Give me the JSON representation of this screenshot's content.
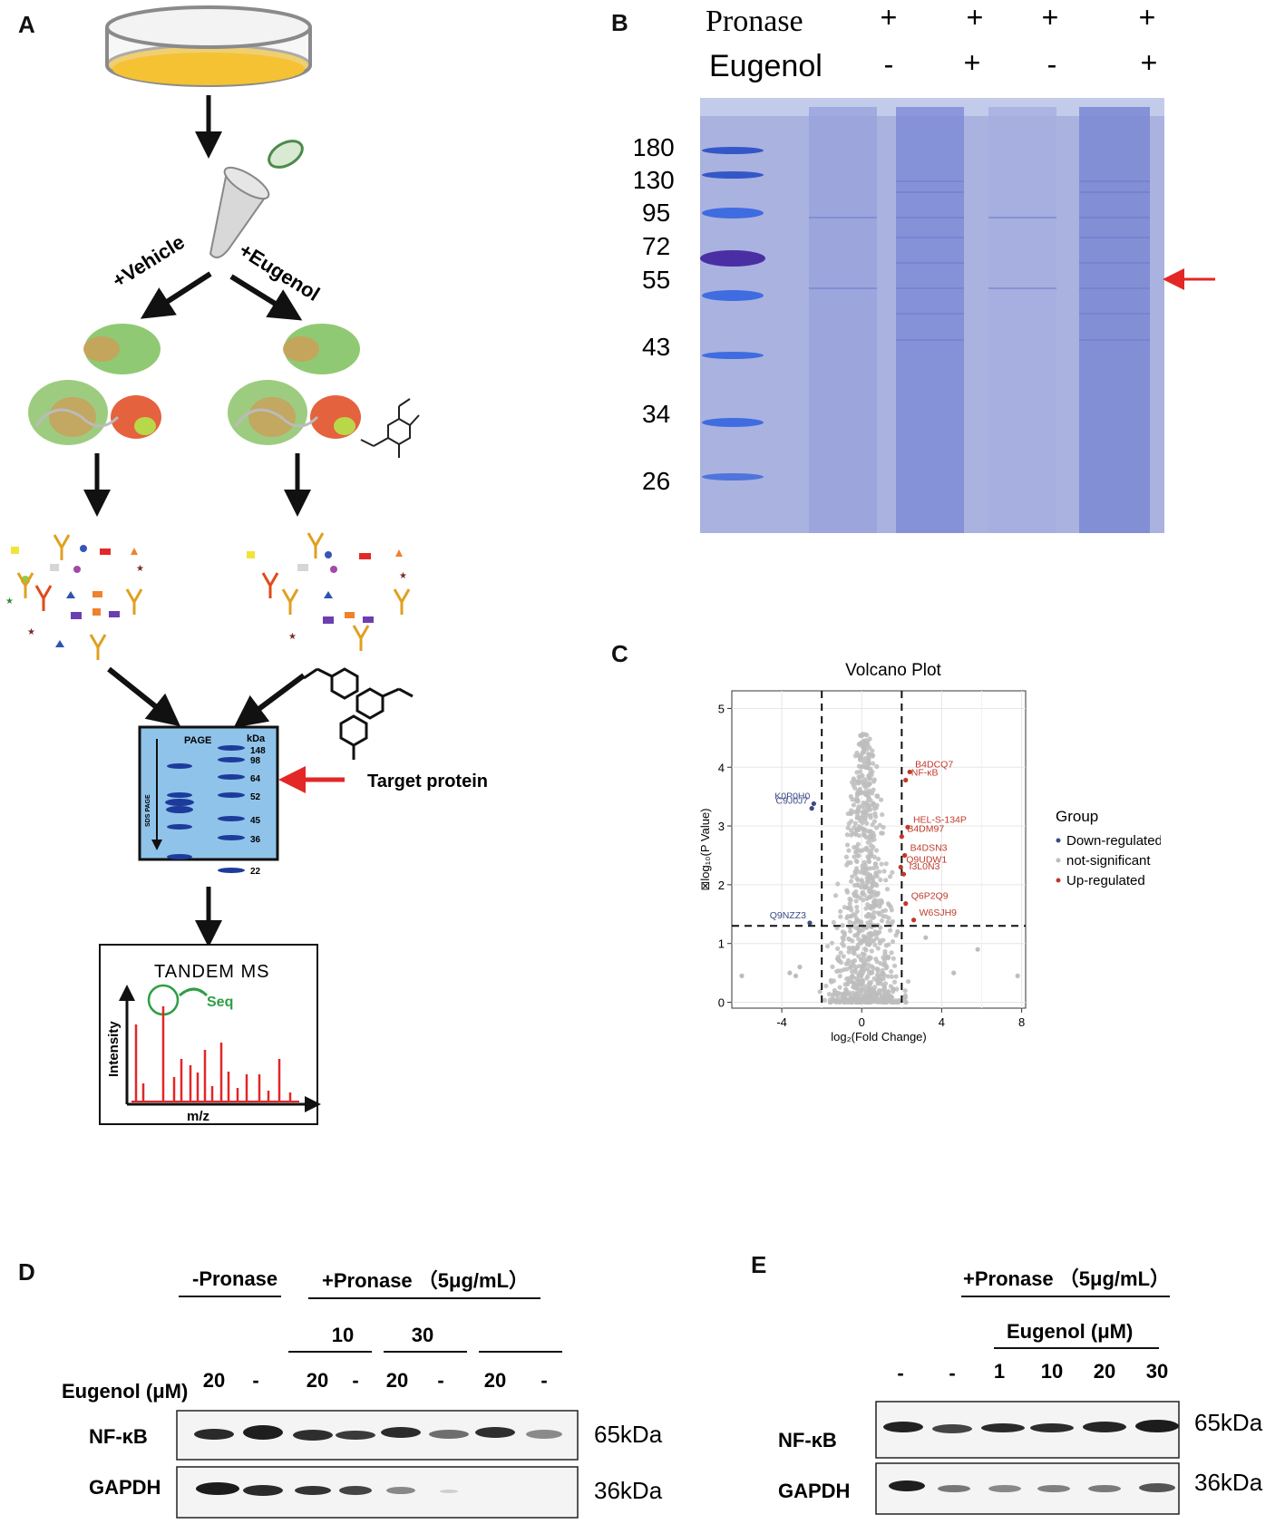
{
  "panels": {
    "a": "A",
    "b": "B",
    "c": "C",
    "d": "D",
    "e": "E"
  },
  "panel_a": {
    "vehicle_label": "+Vehicle",
    "eugenol_label": "+Eugenol",
    "page_gel": {
      "title": "PAGE",
      "unit": "kDa",
      "side_label": "SDS PAGE",
      "markers": [
        "148",
        "98",
        "64",
        "52",
        "45",
        "36",
        "22"
      ]
    },
    "target_label": "Target protein",
    "ms": {
      "title": "TANDEM  MS",
      "seq": "Seq",
      "ylabel": "Intensity",
      "xlabel": "m/z"
    }
  },
  "panel_b": {
    "row_labels": [
      "Pronase",
      "Eugenol"
    ],
    "pronase_signs": [
      "+",
      "+",
      "+",
      "+"
    ],
    "eugenol_signs": [
      "-",
      "+",
      "-",
      "+"
    ],
    "ladder": [
      "180",
      "130",
      "95",
      "72",
      "55",
      "43",
      "34",
      "26"
    ]
  },
  "chart_data": {
    "type": "scatter",
    "title": "Volcano Plot",
    "xlabel": "log₂(Fold Change)",
    "ylabel": "log₁₀(P Value)",
    "ylabel_prefix": "⊠",
    "xlim": [
      -6.5,
      8.2
    ],
    "ylim": [
      -0.1,
      5.3
    ],
    "xticks": [
      "-4",
      "0",
      "4",
      "8"
    ],
    "xtick_values": [
      -4,
      0,
      4,
      8
    ],
    "yticks": [
      "0",
      "1",
      "2",
      "3",
      "4",
      "5"
    ],
    "ytick_values": [
      0,
      1,
      2,
      3,
      4,
      5
    ],
    "grid": true,
    "thresholds": {
      "x": [
        -2,
        2
      ],
      "y": 1.3
    },
    "legend": {
      "title": "Group",
      "position": "right",
      "entries": [
        {
          "name": "Down-regulated",
          "color": "#3b4a86"
        },
        {
          "name": "not-significant",
          "color": "#bdbdbd"
        },
        {
          "name": "Up-regulated",
          "color": "#c0392b"
        }
      ]
    },
    "series": [
      {
        "name": "Down-regulated",
        "color": "#3b4a86",
        "points": [
          {
            "x": -2.4,
            "y": 3.38,
            "label": "K0P0H0"
          },
          {
            "x": -2.5,
            "y": 3.3,
            "label": "C9J0J7"
          },
          {
            "x": -2.6,
            "y": 1.35,
            "label": "Q9NZZ3"
          }
        ]
      },
      {
        "name": "Up-regulated",
        "color": "#c0392b",
        "points": [
          {
            "x": 2.4,
            "y": 3.92,
            "label": "B4DCQ7"
          },
          {
            "x": 2.2,
            "y": 3.78,
            "label": "NF-κB"
          },
          {
            "x": 2.3,
            "y": 2.98,
            "label": "HEL-S-134P"
          },
          {
            "x": 2.0,
            "y": 2.82,
            "label": "B4DM97"
          },
          {
            "x": 2.15,
            "y": 2.5,
            "label": "B4DSN3"
          },
          {
            "x": 1.95,
            "y": 2.3,
            "label": "Q9UDW1"
          },
          {
            "x": 2.1,
            "y": 2.18,
            "label": "I3L0N3"
          },
          {
            "x": 2.2,
            "y": 1.68,
            "label": "Q6P2Q9"
          },
          {
            "x": 2.6,
            "y": 1.4,
            "label": "W6SJH9"
          }
        ]
      }
    ]
  },
  "panel_d": {
    "minus_pronase": "-Pronase",
    "plus_pronase": "+Pronase （5μg/mL）",
    "times": [
      "10",
      "30",
      ""
    ],
    "eugenol_label": "Eugenol (μM)",
    "lanes": [
      "20",
      "-",
      "20",
      "-",
      "20",
      "-",
      "20",
      "-"
    ],
    "rows": [
      {
        "name": "NF-κB",
        "kda": "65kDa"
      },
      {
        "name": "GAPDH",
        "kda": "36kDa"
      }
    ]
  },
  "panel_e": {
    "plus_pronase": "+Pronase （5μg/mL）",
    "eugenol_label": "Eugenol (μM)",
    "lanes": [
      "-",
      "-",
      "1",
      "10",
      "20",
      "30"
    ],
    "rows": [
      {
        "name": "NF-κB",
        "kda": "65kDa"
      },
      {
        "name": "GAPDH",
        "kda": "36kDa"
      }
    ]
  }
}
